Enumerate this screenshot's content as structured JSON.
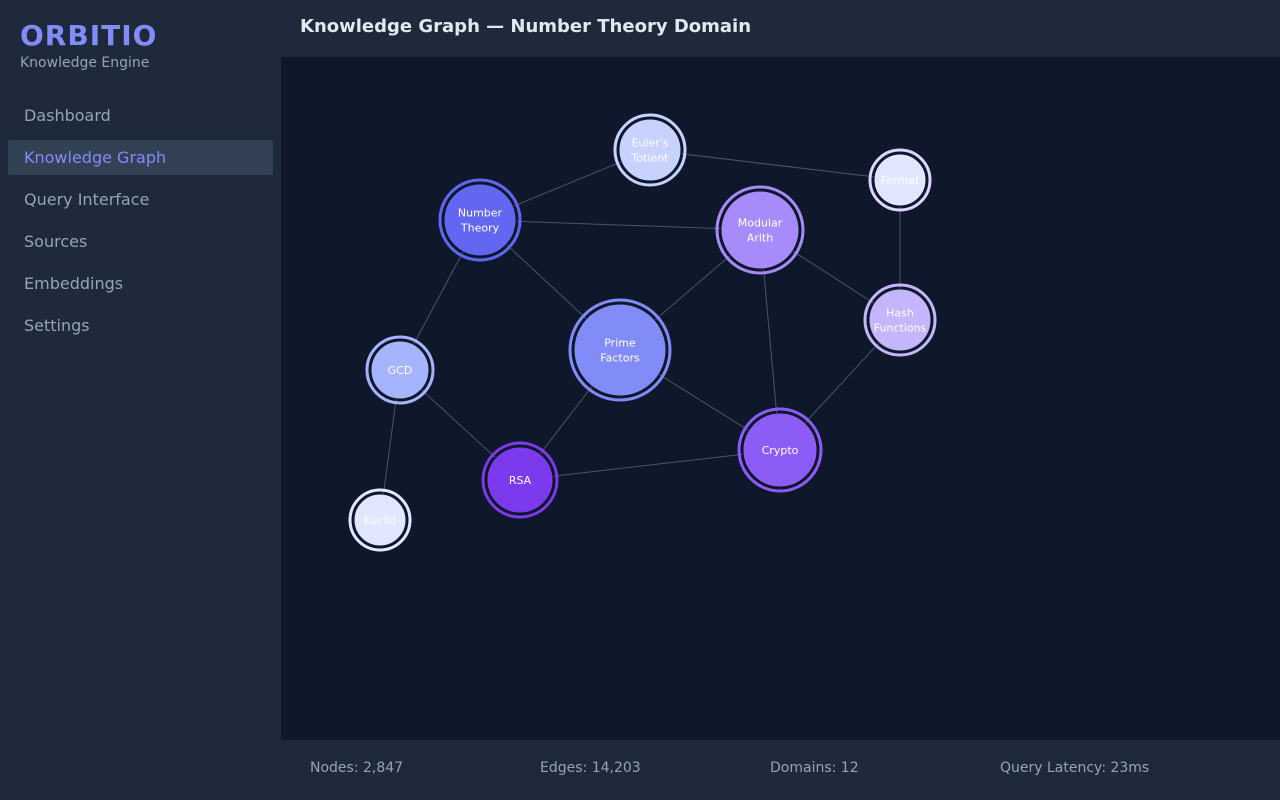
{
  "app": {
    "name": "ORBITIO",
    "subtitle": "Knowledge Engine"
  },
  "sidebar": {
    "items": [
      {
        "label": "Dashboard",
        "active": false
      },
      {
        "label": "Knowledge Graph",
        "active": true
      },
      {
        "label": "Query Interface",
        "active": false
      },
      {
        "label": "Sources",
        "active": false
      },
      {
        "label": "Embeddings",
        "active": false
      },
      {
        "label": "Settings",
        "active": false
      }
    ]
  },
  "header": {
    "title": "Knowledge Graph — Number Theory Domain"
  },
  "graph": {
    "nodes": [
      {
        "id": "number-theory",
        "lines": [
          "Number",
          "Theory"
        ],
        "fill": "#6366f1",
        "ring": "#6366f1"
      },
      {
        "id": "eulers-totient",
        "lines": [
          "Euler's",
          "Totient"
        ],
        "fill": "#c7d2fe",
        "ring": "#c7d2fe"
      },
      {
        "id": "fermat",
        "lines": [
          "Fermat"
        ],
        "fill": "#e0e7ff",
        "ring": "#ddd6fe"
      },
      {
        "id": "modular-arith",
        "lines": [
          "Modular",
          "Arith"
        ],
        "fill": "#a78bfa",
        "ring": "#a78bfa"
      },
      {
        "id": "hash-functions",
        "lines": [
          "Hash",
          "Functions"
        ],
        "fill": "#c4b5fd",
        "ring": "#c4b5fd"
      },
      {
        "id": "prime-factors",
        "lines": [
          "Prime",
          "Factors"
        ],
        "fill": "#818cf8",
        "ring": "#818cf8"
      },
      {
        "id": "gcd",
        "lines": [
          "GCD"
        ],
        "fill": "#a5b4fc",
        "ring": "#a5b4fc"
      },
      {
        "id": "crypto",
        "lines": [
          "Crypto"
        ],
        "fill": "#8b5cf6",
        "ring": "#8b5cf6"
      },
      {
        "id": "rsa",
        "lines": [
          "RSA"
        ],
        "fill": "#7c3aed",
        "ring": "#7c3aed"
      },
      {
        "id": "euclid",
        "lines": [
          "Euclid"
        ],
        "fill": "#e0e7ff",
        "ring": "#e0e7ff"
      }
    ],
    "edges": [
      [
        "number-theory",
        "eulers-totient"
      ],
      [
        "eulers-totient",
        "fermat"
      ],
      [
        "number-theory",
        "modular-arith"
      ],
      [
        "number-theory",
        "prime-factors"
      ],
      [
        "number-theory",
        "gcd"
      ],
      [
        "fermat",
        "hash-functions"
      ],
      [
        "modular-arith",
        "prime-factors"
      ],
      [
        "modular-arith",
        "hash-functions"
      ],
      [
        "modular-arith",
        "crypto"
      ],
      [
        "prime-factors",
        "crypto"
      ],
      [
        "prime-factors",
        "rsa"
      ],
      [
        "gcd",
        "rsa"
      ],
      [
        "gcd",
        "euclid"
      ],
      [
        "rsa",
        "crypto"
      ],
      [
        "crypto",
        "hash-functions"
      ]
    ],
    "colors": {
      "background": "#0f172a",
      "edge": "#475569",
      "label": "#ffffff"
    }
  },
  "status": {
    "nodes": "Nodes: 2,847",
    "edges": "Edges: 14,203",
    "domains": "Domains: 12",
    "latency": "Query Latency: 23ms"
  }
}
